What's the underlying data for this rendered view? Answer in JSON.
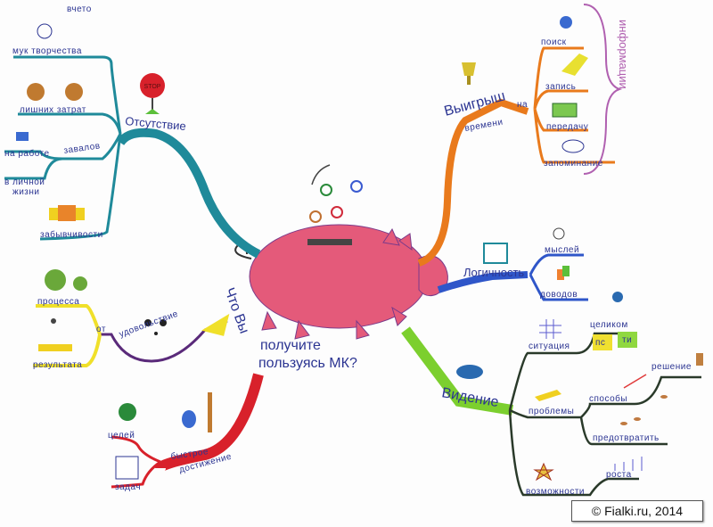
{
  "center": {
    "q1": "Что Вы",
    "q2": "получите",
    "q3": "пользуясь МК?"
  },
  "absence": {
    "label": "Отсутствие",
    "stop_sign": "STOP",
    "items": {
      "creativity": "мук творчества",
      "cloud": "вчето",
      "costs": "лишних затрат",
      "overload": "завалов",
      "at_work": "на работе",
      "personal": "в личной",
      "life": "жизни",
      "forgetfulness": "забывчивости"
    }
  },
  "time": {
    "label": "Выигрыш",
    "label2": "времени",
    "on": "на",
    "items": [
      "поиск",
      "запись",
      "передачу",
      "запоминание"
    ],
    "brace_label": "информации"
  },
  "logic": {
    "label": "Логичность",
    "items": [
      "мыслей",
      "доводов"
    ]
  },
  "vision": {
    "label": "Видение",
    "situation": "ситуация",
    "whole": "целиком",
    "problems": "проблемы",
    "ways": "способы",
    "solution": "решение",
    "prevent": "предотвратить",
    "opportunities": "возможности",
    "growth": "роста",
    "puzzle_a": "пс",
    "puzzle_b": "ти"
  },
  "pleasure": {
    "label": "удовольствие",
    "from": "от",
    "process": "процесса",
    "result": "результата"
  },
  "achieve": {
    "label1": "быстрое",
    "label2": "достижение",
    "goals": "целей",
    "tasks": "задач"
  },
  "watermark": "© Fialki.ru, 2014",
  "colors": {
    "teal": "#1f8a9a",
    "orange": "#e97a1c",
    "blue": "#2f56c9",
    "green": "#7ccf2e",
    "yellow": "#f0e02a",
    "red": "#d8212b",
    "pig": "#e45a7a",
    "text": "#2c3592"
  }
}
